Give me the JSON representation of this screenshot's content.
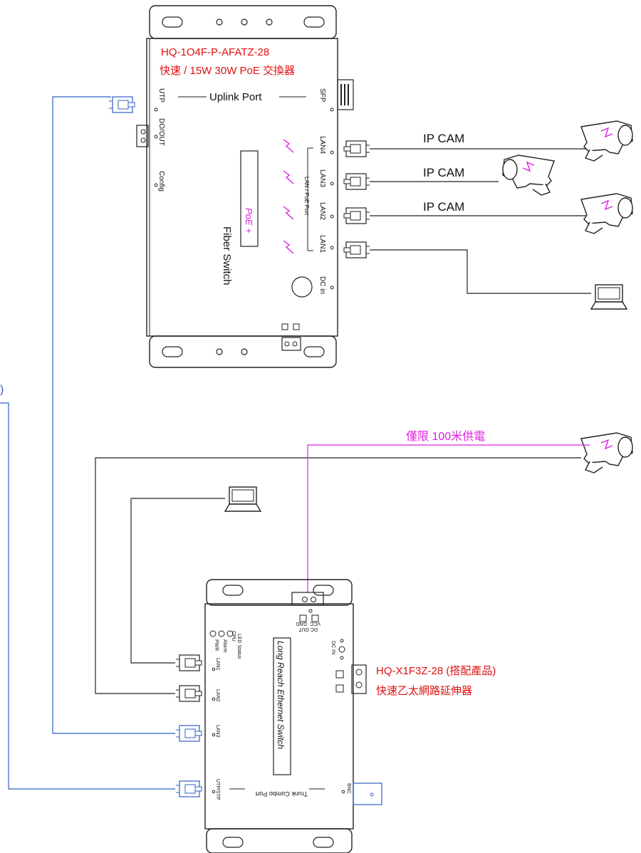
{
  "top_device": {
    "model": "HQ-1O4F-P-AFATZ-28",
    "subtitle": "快速 / 15W 30W PoE 交換器",
    "uplink_label": "Uplink Port",
    "utp_port": "UTP",
    "sfp_port": "SFP",
    "do_out": "DO/OUT",
    "config": "Config",
    "lan_ports": [
      "LAN4",
      "LAN3",
      "LAN2",
      "LAN1"
    ],
    "lan_group_label": "LAN / PoE Port",
    "poe_label": "PoE +",
    "side_label": "Fiber Switch",
    "dc_in": "DC in"
  },
  "cameras": [
    {
      "label": "IP CAM"
    },
    {
      "label": "IP CAM"
    },
    {
      "label": "IP CAM"
    }
  ],
  "bottom_device": {
    "model": "HQ-X1F3Z-28 (搭配產品)",
    "subtitle": "快速乙太網路延伸器",
    "body_label": "Long Reach Ethernet Switch",
    "led_status": "LED Status",
    "leds": [
      "PWR",
      "Alarm",
      "CPU"
    ],
    "lan_ports": [
      "LAN1",
      "LAN2",
      "LAN3"
    ],
    "utp_stp": "UTP/STP",
    "bnc": "BNC",
    "trunk_label": "Trunk Combo Port",
    "dc_out": "DC OUT",
    "vcc": "VCC",
    "gnd": "GND",
    "dc_in": "DC IN"
  },
  "power_note": "僅限 100米供電",
  "left_edge_glyph": ")",
  "colors": {
    "line": "#222222",
    "blue": "#2f5fc4",
    "magenta": "#e020e0",
    "red": "#e01010"
  }
}
